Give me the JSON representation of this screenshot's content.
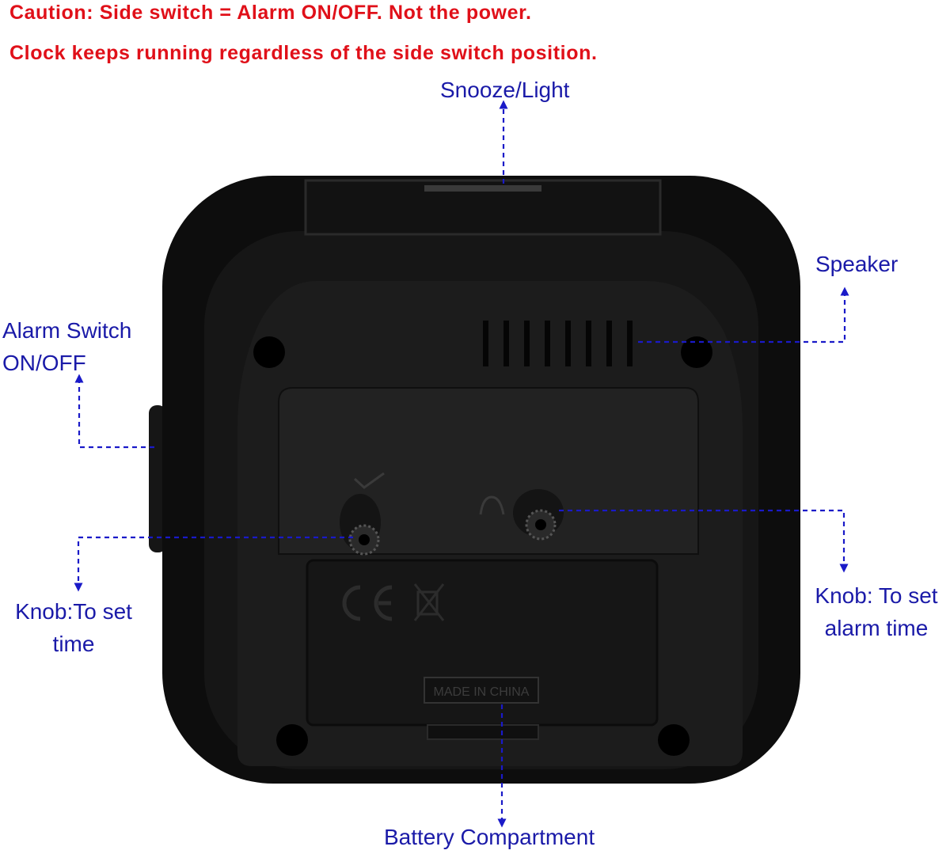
{
  "caution": {
    "line1": "Caution: Side switch = Alarm ON/OFF. Not the power.",
    "line2": "Clock keeps running regardless of the side switch position.",
    "color": "#e01019"
  },
  "labels": {
    "snooze_light": "Snooze/Light",
    "speaker": "Speaker",
    "alarm_switch": [
      "Alarm Switch",
      "ON/OFF"
    ],
    "knob_time": [
      "Knob:To set",
      "time"
    ],
    "knob_alarm": [
      "Knob: To set",
      "alarm time"
    ],
    "battery": "Battery Compartment",
    "color": "#1a1aa8"
  },
  "device": {
    "made_in": "MADE IN CHINA",
    "marks": [
      "CE",
      "WEEE"
    ],
    "knob_symbols": [
      "clock-hands-symbol",
      "bell-symbol"
    ],
    "body_color": "#0d0d0d"
  },
  "colors": {
    "leader_line": "#1a1ac8",
    "body": "#111111",
    "panel": "#1c1c1c"
  }
}
